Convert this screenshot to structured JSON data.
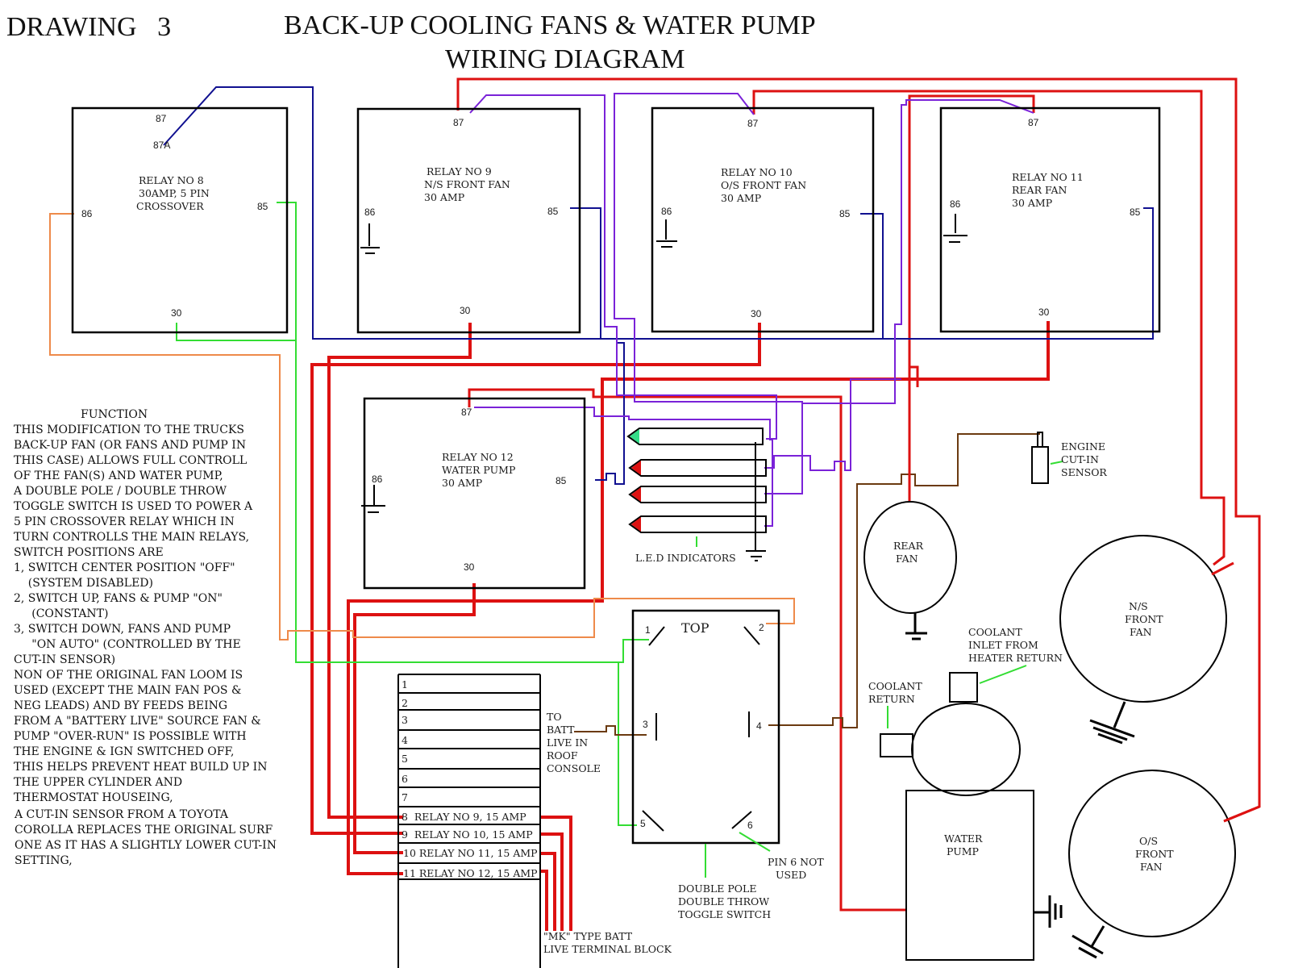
{
  "header": {
    "drawing_label": "DRAWING   3",
    "title_line1": "BACK-UP COOLING FANS & WATER PUMP",
    "title_line2": "WIRING DIAGRAM"
  },
  "relays": [
    {
      "id": "relay-8",
      "name": "RELAY NO 8",
      "line2": "30AMP, 5 PIN",
      "line3": "CROSSOVER",
      "pins": {
        "p87": "87",
        "p87a": "87A",
        "p86": "86",
        "p85": "85",
        "p30": "30"
      }
    },
    {
      "id": "relay-9",
      "name": "RELAY NO 9",
      "line2": "N/S FRONT FAN",
      "line3": "30 AMP",
      "pins": {
        "p87": "87",
        "p86": "86",
        "p85": "85",
        "p30": "30"
      }
    },
    {
      "id": "relay-10",
      "name": "RELAY NO 10",
      "line2": "O/S FRONT FAN",
      "line3": "30 AMP",
      "pins": {
        "p87": "87",
        "p86": "86",
        "p85": "85",
        "p30": "30"
      }
    },
    {
      "id": "relay-11",
      "name": "RELAY NO 11",
      "line2": "REAR FAN",
      "line3": "30 AMP",
      "pins": {
        "p87": "87",
        "p86": "86",
        "p85": "85",
        "p30": "30"
      }
    },
    {
      "id": "relay-12",
      "name": "RELAY NO 12",
      "line2": "WATER PUMP",
      "line3": "30 AMP",
      "pins": {
        "p87": "87",
        "p86": "86",
        "p85": "85",
        "p30": "30"
      }
    }
  ],
  "function_text": {
    "heading": "FUNCTION",
    "lines": [
      "THIS MODIFICATION TO THE TRUCKS",
      "BACK-UP FAN (OR FANS AND PUMP IN",
      "THIS CASE) ALLOWS FULL CONTROLL",
      "OF THE FAN(S) AND WATER PUMP,",
      "A DOUBLE POLE / DOUBLE THROW",
      "TOGGLE SWITCH IS USED TO POWER A",
      "5 PIN CROSSOVER RELAY WHICH IN",
      "TURN CONTROLLS THE MAIN RELAYS,",
      "SWITCH POSITIONS ARE",
      "1, SWITCH CENTER POSITION \"OFF\"",
      "    (SYSTEM DISABLED)",
      "2, SWITCH UP, FANS & PUMP \"ON\"",
      "     (CONSTANT)",
      "3, SWITCH DOWN, FANS AND PUMP",
      "     \"ON AUTO\" (CONTROLLED BY THE",
      "CUT-IN SENSOR)",
      "NON OF THE ORIGINAL FAN LOOM IS",
      "USED (EXCEPT THE MAIN FAN POS &",
      "NEG LEADS) AND BY FEEDS BEING",
      "FROM A \"BATTERY LIVE\" SOURCE FAN &",
      "PUMP \"OVER-RUN\" IS POSSIBLE WITH",
      "THE ENGINE & IGN SWITCHED OFF,",
      "THIS HELPS PREVENT HEAT BUILD UP IN",
      "THE UPPER CYLINDER AND",
      "THERMOSTAT HOUSEING,",
      "A CUT-IN SENSOR FROM A TOYOTA",
      "COROLLA REPLACES THE ORIGINAL SURF",
      "ONE AS IT HAS A SLIGHTLY LOWER CUT-IN",
      "SETTING,"
    ]
  },
  "led_indicators": {
    "label": "L.E.D INDICATORS",
    "leds": [
      {
        "color": "#33dd88"
      },
      {
        "color": "#dd1111"
      },
      {
        "color": "#dd1111"
      },
      {
        "color": "#dd1111"
      }
    ]
  },
  "sensor": {
    "line1": "ENGINE",
    "line2": "CUT-IN",
    "line3": "SENSOR"
  },
  "rear_fan": {
    "line1": "REAR",
    "line2": "FAN"
  },
  "ns_fan": {
    "line1": "N/S",
    "line2": "FRONT",
    "line3": "FAN"
  },
  "os_fan": {
    "line1": "O/S",
    "line2": "FRONT",
    "line3": "FAN"
  },
  "water_pump": {
    "line1": "WATER",
    "line2": "PUMP"
  },
  "coolant": {
    "inlet_line1": "COOLANT",
    "inlet_line2": "INLET FROM",
    "inlet_line3": "HEATER RETURN",
    "return_line1": "COOLANT",
    "return_line2": "RETURN"
  },
  "toggle_switch": {
    "top_label": "TOP",
    "pins": [
      "1",
      "2",
      "3",
      "4",
      "5",
      "6"
    ],
    "caption_line1": "DOUBLE POLE",
    "caption_line2": "DOUBLE THROW",
    "caption_line3": "TOGGLE SWITCH",
    "pin6_note_line1": "PIN 6 NOT",
    "pin6_note_line2": "USED",
    "batt_line1": "TO",
    "batt_line2": "BATT",
    "batt_line3": "LIVE IN",
    "batt_line4": "ROOF",
    "batt_line5": "CONSOLE"
  },
  "terminal_block": {
    "caption_line1": "\"MK\" TYPE BATT",
    "caption_line2": "LIVE TERMINAL BLOCK",
    "rows": [
      "1",
      "2",
      "3",
      "4",
      "5",
      "6",
      "7",
      "8  RELAY NO 9, 15 AMP",
      "9  RELAY NO 10, 15 AMP",
      "10 RELAY NO 11, 15 AMP",
      "11 RELAY NO 12, 15 AMP"
    ]
  },
  "wire_colors": {
    "power": "#dd1111",
    "control": "#101090",
    "led": "#7a22d8",
    "switch": "#33dd33",
    "crossover": "#ee8a4a",
    "sensor": "#6b3a10",
    "ground": "#000000"
  }
}
